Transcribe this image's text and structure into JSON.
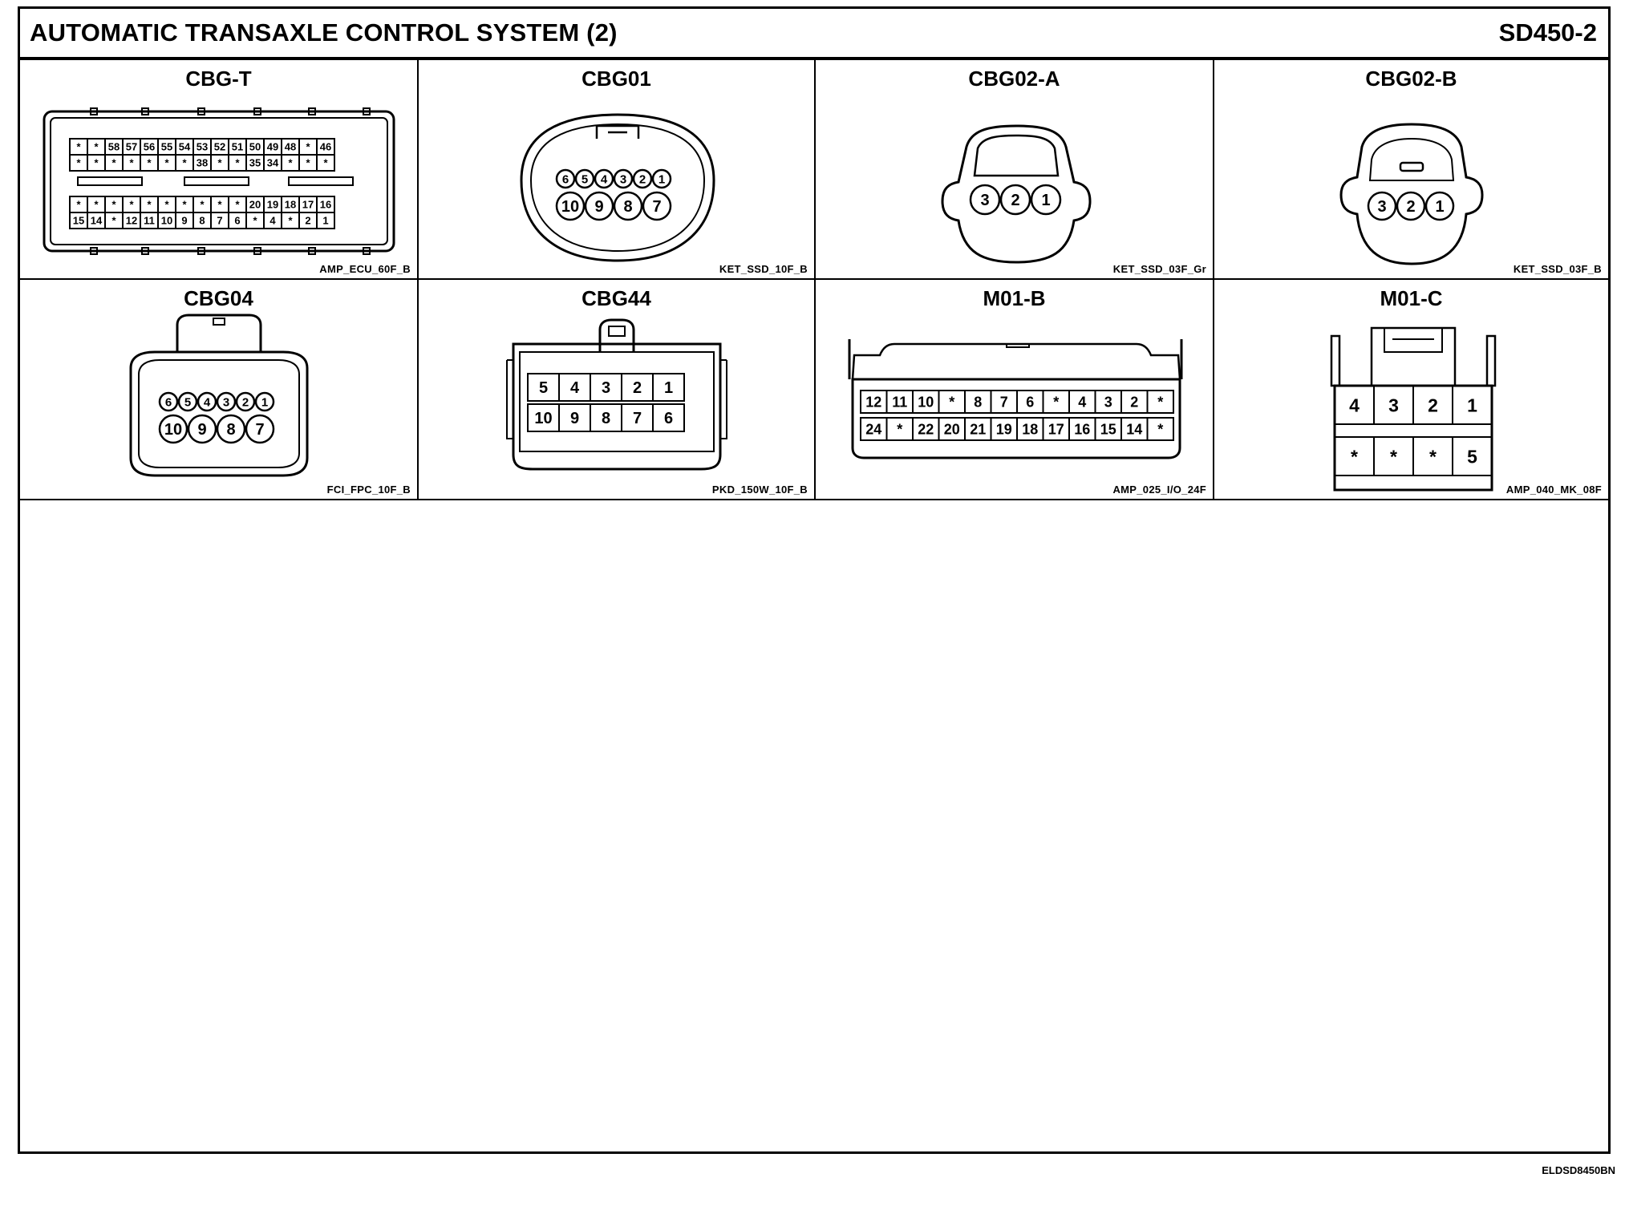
{
  "header": {
    "title": "AUTOMATIC TRANSAXLE CONTROL SYSTEM (2)",
    "page_id": "SD450-2"
  },
  "connectors": [
    {
      "name": "CBG-T",
      "code": "AMP_ECU_60F_B",
      "rows": [
        [
          "*",
          "*",
          "58",
          "57",
          "56",
          "55",
          "54",
          "53",
          "52",
          "51",
          "50",
          "49",
          "48",
          "*",
          "46"
        ],
        [
          "*",
          "*",
          "*",
          "*",
          "*",
          "*",
          "*",
          "38",
          "*",
          "*",
          "35",
          "34",
          "*",
          "*",
          "*"
        ],
        [
          "*",
          "*",
          "*",
          "*",
          "*",
          "*",
          "*",
          "*",
          "*",
          "*",
          "20",
          "19",
          "18",
          "17",
          "16"
        ],
        [
          "15",
          "14",
          "*",
          "12",
          "11",
          "10",
          "9",
          "8",
          "7",
          "6",
          "*",
          "4",
          "*",
          "2",
          "1"
        ]
      ]
    },
    {
      "name": "CBG01",
      "code": "KET_SSD_10F_B",
      "rows": [
        [
          "6",
          "5",
          "4",
          "3",
          "2",
          "1"
        ],
        [
          "10",
          "9",
          "8",
          "7"
        ]
      ]
    },
    {
      "name": "CBG02-A",
      "code": "KET_SSD_03F_Gr",
      "rows": [
        [
          "3",
          "2",
          "1"
        ]
      ]
    },
    {
      "name": "CBG02-B",
      "code": "KET_SSD_03F_B",
      "rows": [
        [
          "3",
          "2",
          "1"
        ]
      ]
    },
    {
      "name": "CBG04",
      "code": "FCI_FPC_10F_B",
      "rows": [
        [
          "6",
          "5",
          "4",
          "3",
          "2",
          "1"
        ],
        [
          "10",
          "9",
          "8",
          "7"
        ]
      ]
    },
    {
      "name": "CBG44",
      "code": "PKD_150W_10F_B",
      "rows": [
        [
          "5",
          "4",
          "3",
          "2",
          "1"
        ],
        [
          "10",
          "9",
          "8",
          "7",
          "6"
        ]
      ]
    },
    {
      "name": "M01-B",
      "code": "AMP_025_I/O_24F",
      "rows": [
        [
          "12",
          "11",
          "10",
          "*",
          "8",
          "7",
          "6",
          "*",
          "4",
          "3",
          "2",
          "*"
        ],
        [
          "24",
          "*",
          "22",
          "20",
          "21",
          "19",
          "18",
          "17",
          "16",
          "15",
          "14",
          "*"
        ]
      ]
    },
    {
      "name": "M01-C",
      "code": "AMP_040_MK_08F",
      "rows": [
        [
          "4",
          "3",
          "2",
          "1"
        ],
        [
          "*",
          "*",
          "*",
          "5"
        ]
      ]
    }
  ],
  "footer": {
    "ref": "ELDSD8450BN"
  }
}
